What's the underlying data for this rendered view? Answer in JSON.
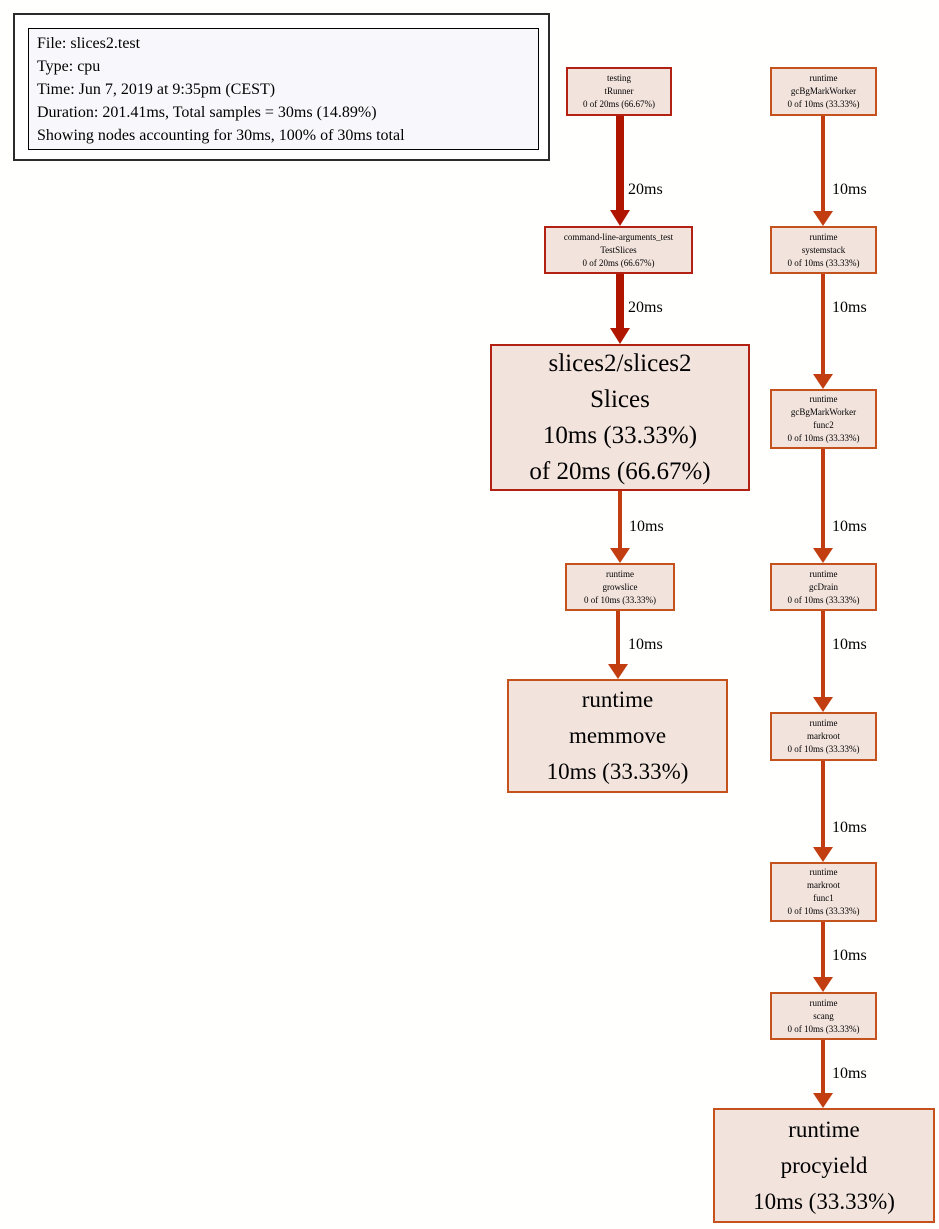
{
  "legend": {
    "lines": [
      "File: slices2.test",
      "Type: cpu",
      "Time: Jun 7, 2019 at 9:35pm (CEST)",
      "Duration: 201.41ms, Total samples = 30ms (14.89%)",
      "Showing nodes accounting for 30ms, 100% of 30ms total"
    ]
  },
  "nodes": {
    "trunner": {
      "text": "testing\ntRunner\n0 of 20ms (66.67%)"
    },
    "testslices": {
      "text": "command-line-arguments_test\nTestSlices\n0 of 20ms (66.67%)"
    },
    "slices": {
      "text": "slices2/slices2\nSlices\n10ms (33.33%)\nof 20ms (66.67%)"
    },
    "growslice": {
      "text": "runtime\ngrowslice\n0 of 10ms (33.33%)"
    },
    "memmove": {
      "text": "runtime\nmemmove\n10ms (33.33%)"
    },
    "gcbgmarkworker": {
      "text": "runtime\ngcBgMarkWorker\n0 of 10ms (33.33%)"
    },
    "systemstack": {
      "text": "runtime\nsystemstack\n0 of 10ms (33.33%)"
    },
    "gcbgmarkworkerfunc2": {
      "text": "runtime\ngcBgMarkWorker\nfunc2\n0 of 10ms (33.33%)"
    },
    "gcdrain": {
      "text": "runtime\ngcDrain\n0 of 10ms (33.33%)"
    },
    "markroot": {
      "text": "runtime\nmarkroot\n0 of 10ms (33.33%)"
    },
    "markrootfunc1": {
      "text": "runtime\nmarkroot\nfunc1\n0 of 10ms (33.33%)"
    },
    "scang": {
      "text": "runtime\nscang\n0 of 10ms (33.33%)"
    },
    "procyield": {
      "text": "runtime\nprocyield\n10ms (33.33%)"
    }
  },
  "edges": {
    "trunner_testslices": {
      "label": "20ms"
    },
    "testslices_slices": {
      "label": "20ms"
    },
    "slices_growslice": {
      "label": "10ms"
    },
    "growslice_memmove": {
      "label": "10ms"
    },
    "gcbgmarkworker_systemstack": {
      "label": "10ms"
    },
    "systemstack_func2": {
      "label": "10ms"
    },
    "func2_gcdrain": {
      "label": "10ms"
    },
    "gcdrain_markroot": {
      "label": "10ms"
    },
    "markroot_func1": {
      "label": "10ms"
    },
    "func1_scang": {
      "label": "10ms"
    },
    "scang_procyield": {
      "label": "10ms"
    }
  },
  "colors": {
    "edge_heavy": "#b01500",
    "edge_light": "#c23d10",
    "node_border_heavy": "#b22112",
    "node_border_light": "#c5521d",
    "node_fill": "#f2e3dd",
    "legend_fill": "#f8f8fc"
  }
}
